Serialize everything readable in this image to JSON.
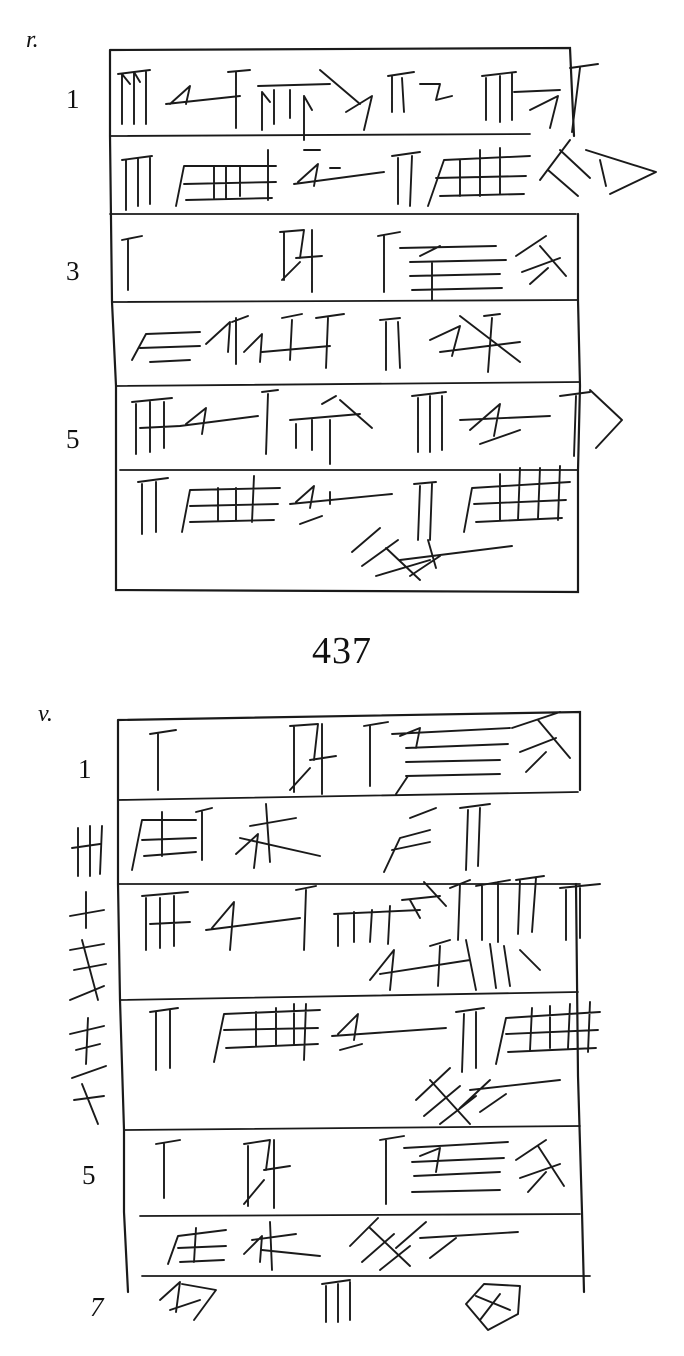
{
  "reverse": {
    "side_label": "r.",
    "line_numbers": [
      "1",
      "3",
      "5"
    ]
  },
  "plate_number": "437",
  "obverse": {
    "side_label": "v.",
    "line_numbers": [
      "1",
      "5"
    ],
    "edge_label": "7"
  },
  "colors": {
    "ink": "#1a1a1a",
    "paper": "#ffffff"
  },
  "icons": [
    "cuneiform-sign-icon"
  ]
}
